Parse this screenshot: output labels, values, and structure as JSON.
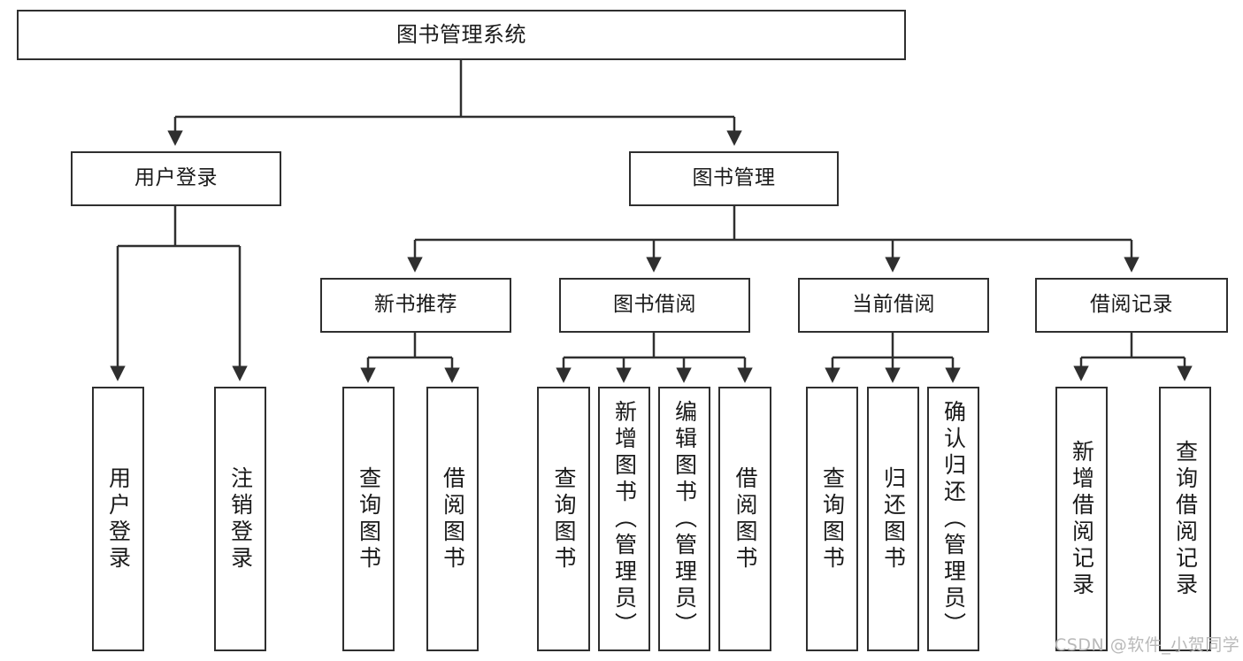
{
  "diagram": {
    "title": "图书管理系统",
    "type": "tree-structure-chart",
    "watermark": "CSDN @软件_小贺同学",
    "stroke_color": "#2f2f2f",
    "fill_color": "#ffffff",
    "text_color": "#1a1a1a",
    "watermark_color": "#b9b9b9"
  },
  "nodes": {
    "root": {
      "label": "图书管理系统"
    },
    "level2": [
      {
        "label": "用户登录"
      },
      {
        "label": "图书管理"
      }
    ],
    "level3": [
      {
        "label": "新书推荐"
      },
      {
        "label": "图书借阅"
      },
      {
        "label": "当前借阅"
      },
      {
        "label": "借阅记录"
      }
    ],
    "leaves": {
      "user_login": [
        {
          "label": "用户登录"
        },
        {
          "label": "注销登录"
        }
      ],
      "new_book": [
        {
          "label": "查询图书"
        },
        {
          "label": "借阅图书"
        }
      ],
      "book_borrow": [
        {
          "label": "查询图书"
        },
        {
          "label": "新增图书（管理员）"
        },
        {
          "label": "编辑图书（管理员）"
        },
        {
          "label": "借阅图书"
        }
      ],
      "current_borrow": [
        {
          "label": "查询图书"
        },
        {
          "label": "归还图书"
        },
        {
          "label": "确认归还（管理员）"
        }
      ],
      "borrow_record": [
        {
          "label": "新增借阅记录"
        },
        {
          "label": "查询借阅记录"
        }
      ]
    }
  }
}
